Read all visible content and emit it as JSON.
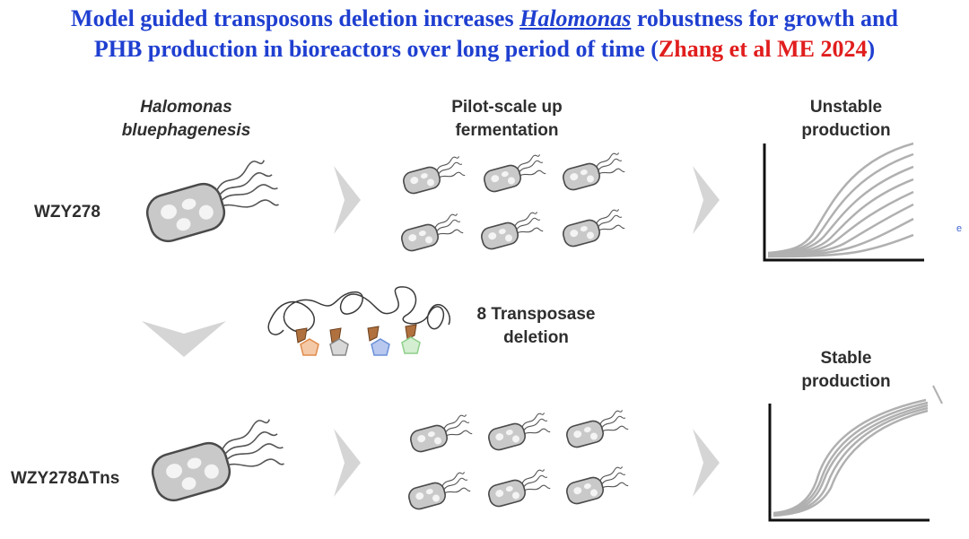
{
  "title": {
    "line1_pre": "Model guided transposons deletion increases ",
    "line1_genus": "Halomonas",
    "line1_post": " robustness for growth and",
    "line2_pre": "PHB production in bioreactors over long period of time (",
    "line2_cite": "Zhang et al ME 2024",
    "line2_post": ")"
  },
  "headers": {
    "organism_line1": "Halomonas",
    "organism_line2": "bluephagenesis",
    "pilot_line1": "Pilot-scale  up",
    "pilot_line2": "fermentation",
    "unstable_line1": "Unstable",
    "unstable_line2": "production",
    "stable_line1": "Stable",
    "stable_line2": "production"
  },
  "strains": {
    "wild_type": "WZY278",
    "deletion": "WZY278ΔTns"
  },
  "transposase": {
    "line1": "8 Transposase",
    "line2": "deletion"
  },
  "colors": {
    "title_blue": "#1f3fd0",
    "citation_red": "#e11d1d",
    "cell_fill": "#c9c9c9",
    "arrow_gray": "#d5d5d5",
    "curve_gray": "#b0b0b0",
    "tns_orange": "#e08a4a",
    "tns_blue": "#6a8fd8",
    "tns_green": "#8fcf8a"
  }
}
